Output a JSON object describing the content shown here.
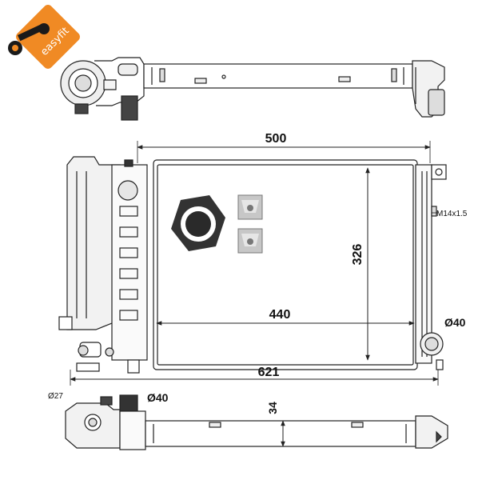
{
  "brand": {
    "name": "easyfit",
    "color": "#F08A24"
  },
  "dimensions": {
    "width_top": "500",
    "height": "326",
    "core_width": "440",
    "total_width": "621",
    "depth": "34",
    "outlet_diameter": "Ø40",
    "inlet_diameter": "Ø40",
    "small_port": "Ø27",
    "thread": "M14x1.5"
  },
  "colors": {
    "line": "#222222",
    "part_grey": "#d9d9d9",
    "dark": "#333333",
    "clip_grey": "#bdbdbd"
  }
}
